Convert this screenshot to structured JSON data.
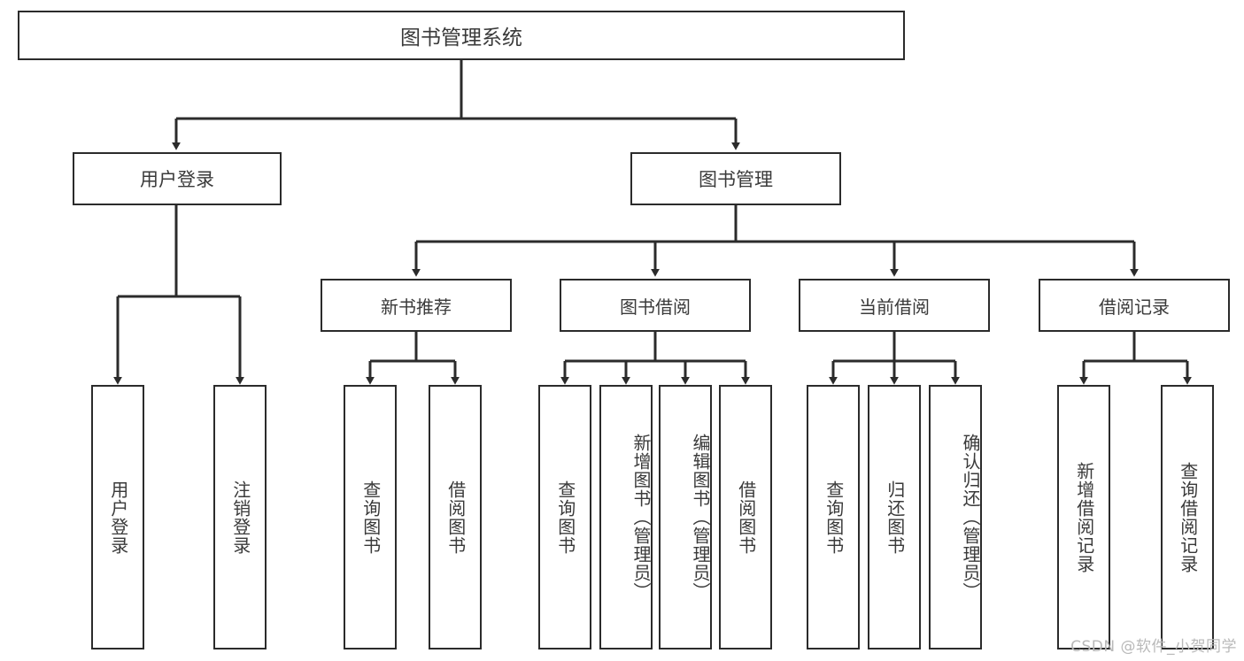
{
  "diagram": {
    "title_text": "图书管理系统",
    "stroke_color": "#2b2b2b",
    "text_color": "#3a3a3a",
    "background_color": "#ffffff",
    "watermark": "CSDN @软件_小贺同学"
  },
  "nodes": {
    "root": {
      "label": "图书管理系统"
    },
    "level1": [
      {
        "label": "用户登录"
      },
      {
        "label": "图书管理"
      }
    ],
    "level2": [
      {
        "label": "新书推荐"
      },
      {
        "label": "图书借阅"
      },
      {
        "label": "当前借阅"
      },
      {
        "label": "借阅记录"
      }
    ],
    "leaves": {
      "user_login": [
        {
          "label": "用户登录"
        },
        {
          "label": "注销登录"
        }
      ],
      "new_book": [
        {
          "label": "查询图书"
        },
        {
          "label": "借阅图书"
        }
      ],
      "borrow_book": [
        {
          "label": "查询图书"
        },
        {
          "label": "新增图书（管理员）"
        },
        {
          "label": "编辑图书（管理员）"
        },
        {
          "label": "借阅图书"
        }
      ],
      "current_borrow": [
        {
          "label": "查询图书"
        },
        {
          "label": "归还图书"
        },
        {
          "label": "确认归还（管理员）"
        }
      ],
      "borrow_record": [
        {
          "label": "新增借阅记录"
        },
        {
          "label": "查询借阅记录"
        }
      ]
    }
  }
}
